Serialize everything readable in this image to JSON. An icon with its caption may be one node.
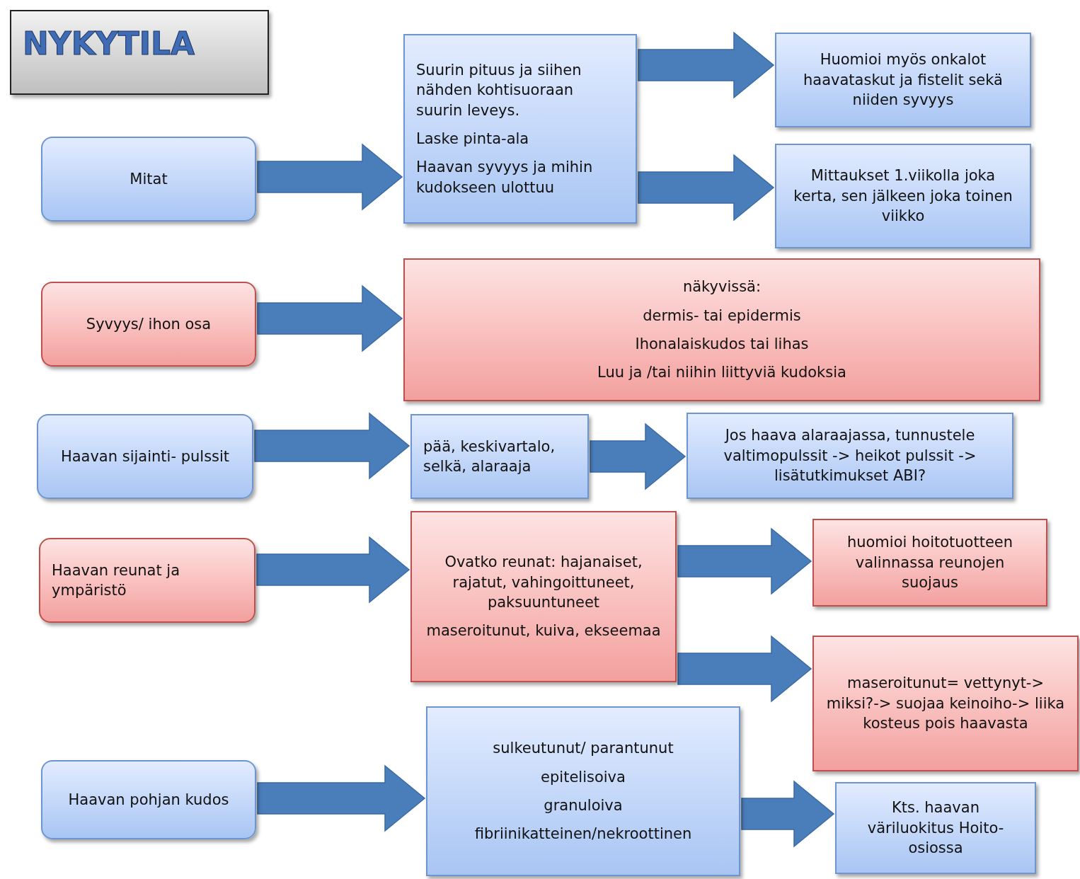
{
  "diagram": {
    "nodes": [
      {
        "text": [
          "NYKYTILA"
        ]
      },
      {
        "text": [
          "Mitat"
        ]
      },
      {
        "text": [
          "Suurin pituus ja siihen nähden kohtisuoraan suurin leveys.",
          "Laske pinta-ala",
          "Haavan syvyys ja mihin kudokseen ulottuu"
        ]
      },
      {
        "text": [
          "Huomioi myös onkalot haavataskut ja fistelit sekä niiden syvyys"
        ]
      },
      {
        "text": [
          "Mittaukset 1.viikolla joka kerta, sen jälkeen joka toinen viikko"
        ]
      },
      {
        "text": [
          "Syvyys/ ihon osa"
        ]
      },
      {
        "text": [
          "näkyvissä:",
          "dermis- tai epidermis",
          "Ihonalaiskudos tai lihas",
          "Luu ja /tai niihin liittyviä kudoksia"
        ]
      },
      {
        "text": [
          "Haavan sijainti- pulssit"
        ]
      },
      {
        "text": [
          "pää, keskivartalo, selkä, alaraaja"
        ]
      },
      {
        "text": [
          "Jos haava alaraajassa, tunnustele valtimopulssit -> heikot pulssit -> lisätutkimukset ABI?"
        ]
      },
      {
        "text": [
          "Haavan reunat ja ympäristö"
        ]
      },
      {
        "text": [
          "Ovatko reunat: hajanaiset, rajatut, vahingoittuneet, paksuuntuneet",
          "maseroitunut, kuiva, ekseemaa"
        ]
      },
      {
        "text": [
          "huomioi hoitotuotteen valinnassa reunojen suojaus"
        ]
      },
      {
        "text": [
          "maseroitunut= vettynyt-> miksi?-> suojaa keinoiho-> liika kosteus pois haavasta"
        ]
      },
      {
        "text": [
          "Haavan pohjan kudos"
        ]
      },
      {
        "text": [
          "sulkeutunut/ parantunut",
          "epitelisoiva",
          "granuloiva",
          "fibriinikatteinen/nekroottinen"
        ]
      },
      {
        "text": [
          "Kts. haavan väriluokitus Hoito-osiossa"
        ]
      }
    ],
    "edges": [
      {
        "from": 1,
        "to": 2,
        "arrow": "to"
      },
      {
        "from": 2,
        "to": 3,
        "arrow": "to"
      },
      {
        "from": 2,
        "to": 4,
        "arrow": "to"
      },
      {
        "from": 5,
        "to": 6,
        "arrow": "to"
      },
      {
        "from": 7,
        "to": 8,
        "arrow": "to"
      },
      {
        "from": 8,
        "to": 9,
        "arrow": "to"
      },
      {
        "from": 10,
        "to": 11,
        "arrow": "to"
      },
      {
        "from": 11,
        "to": 12,
        "arrow": "to"
      },
      {
        "from": 11,
        "to": 13,
        "arrow": "to"
      },
      {
        "from": 14,
        "to": 15,
        "arrow": "to"
      },
      {
        "from": 15,
        "to": 16,
        "arrow": "to"
      }
    ]
  }
}
